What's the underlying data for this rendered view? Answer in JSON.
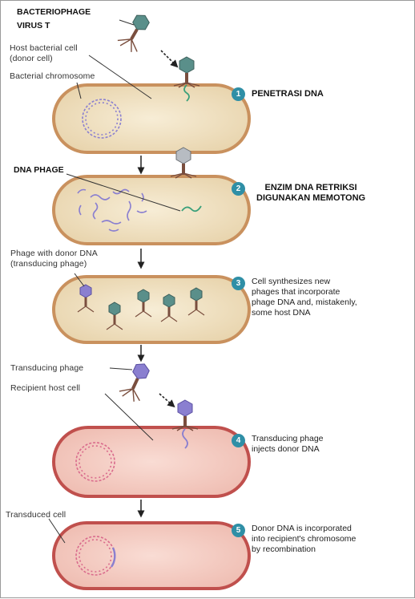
{
  "labels": {
    "bacteriophage_l1": "BACTERIOPHAGE",
    "bacteriophage_l2": "VIRUS T",
    "host_cell_l1": "Host bacterial cell",
    "host_cell_l2": "(donor cell)",
    "bacterial_chromosome": "Bacterial chromosome",
    "dna_phage": "DNA PHAGE",
    "phage_donor_l1": "Phage with donor DNA",
    "phage_donor_l2": "(transducing phage)",
    "transducing_phage": "Transducing phage",
    "recipient_host": "Recipient host cell",
    "transduced_cell": "Transduced cell"
  },
  "steps": [
    {
      "number": "1",
      "lines": [
        "PENETRASI DNA"
      ]
    },
    {
      "number": "2",
      "lines": [
        "ENZIM DNA RETRIKSI",
        "DIGUNAKAN MEMOTONG"
      ]
    },
    {
      "number": "3",
      "lines": [
        "Cell synthesizes new",
        "phages that incorporate",
        "phage DNA and, mistakenly,",
        "some host DNA"
      ]
    },
    {
      "number": "4",
      "lines": [
        "Transducing phage",
        "injects donor DNA"
      ]
    },
    {
      "number": "5",
      "lines": [
        "Donor DNA is incorporated",
        "into recipient's chromosome",
        "by recombination"
      ]
    }
  ],
  "colors": {
    "donor_cell_fill": "#f2e6c9",
    "donor_cell_border": "#c9915e",
    "recipient_cell_fill": "#f6d3cb",
    "recipient_cell_border": "#c0504d",
    "host_dna": "#8a7fd0",
    "recipient_dna": "#d96a8c",
    "phage_dna": "#3aa07a",
    "phage_head": "#5a8f8a",
    "phage_tail": "#7a4e3e",
    "badge": "#2f8fa6"
  }
}
